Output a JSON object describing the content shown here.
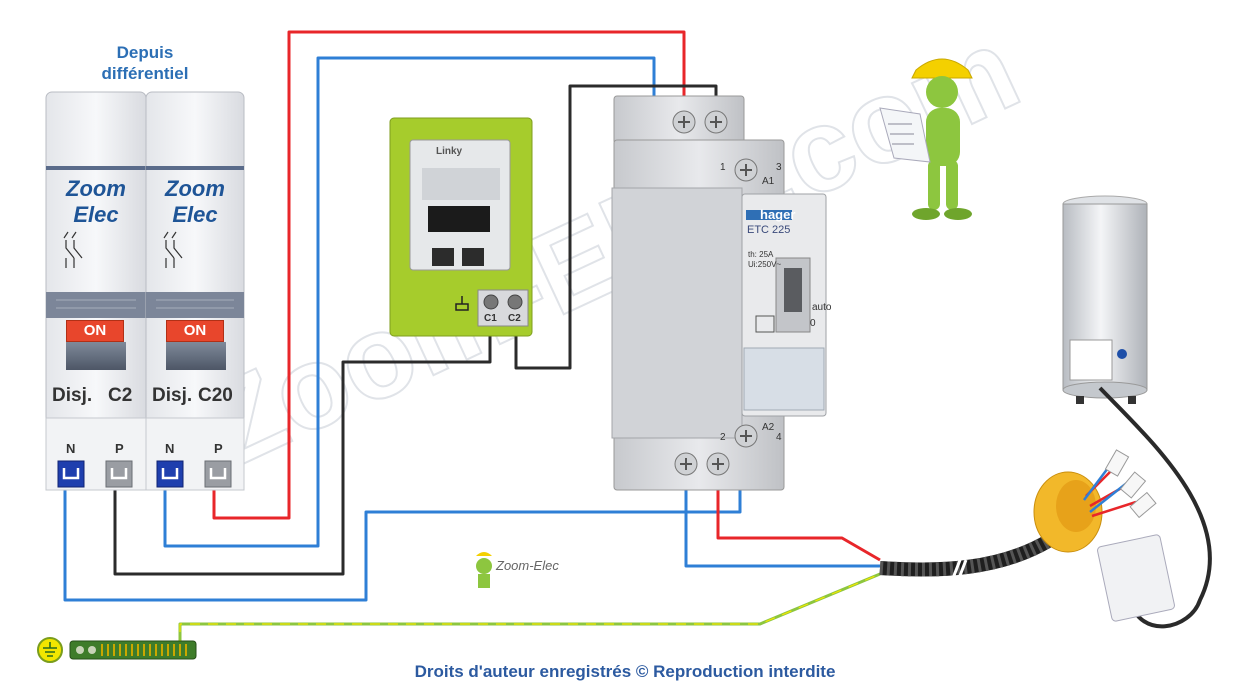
{
  "header": {
    "line1": "Depuis",
    "line2": "différentiel"
  },
  "footer": "Droits d'auteur enregistrés © Reproduction interdite",
  "breaker_left": {
    "brand1": "Zoom",
    "brand2": "Elec",
    "on": "ON",
    "disj": "Disj.",
    "rating": "C2",
    "n": "N",
    "p": "P"
  },
  "breaker_right": {
    "brand1": "Zoom",
    "brand2": "Elec",
    "on": "ON",
    "disj": "Disj.",
    "rating": "C20",
    "n": "N",
    "p": "P"
  },
  "meter": {
    "brand": "Linky",
    "c1": "C1",
    "c2": "C2"
  },
  "contactor": {
    "brand": "hager",
    "model": "ETC 225",
    "t1": "1",
    "t3": "3",
    "a1": "A1",
    "a2": "A2",
    "t2": "2",
    "t4": "4",
    "auto": "auto",
    "zero": "0",
    "rating1": "th: 25A",
    "rating2": "Ui:250V~"
  },
  "watermark": "Zoom-Elec.com",
  "mini_logo": "Zoom-Elec",
  "colors": {
    "phase": "#e8262a",
    "neutral": "#2f7fd6",
    "control": "#2b2b2b",
    "earth_green": "#8dc63f",
    "earth_yellow": "#f2e600",
    "meter_green": "#a6cc2c",
    "breaker_blue": "#1f3fae"
  }
}
